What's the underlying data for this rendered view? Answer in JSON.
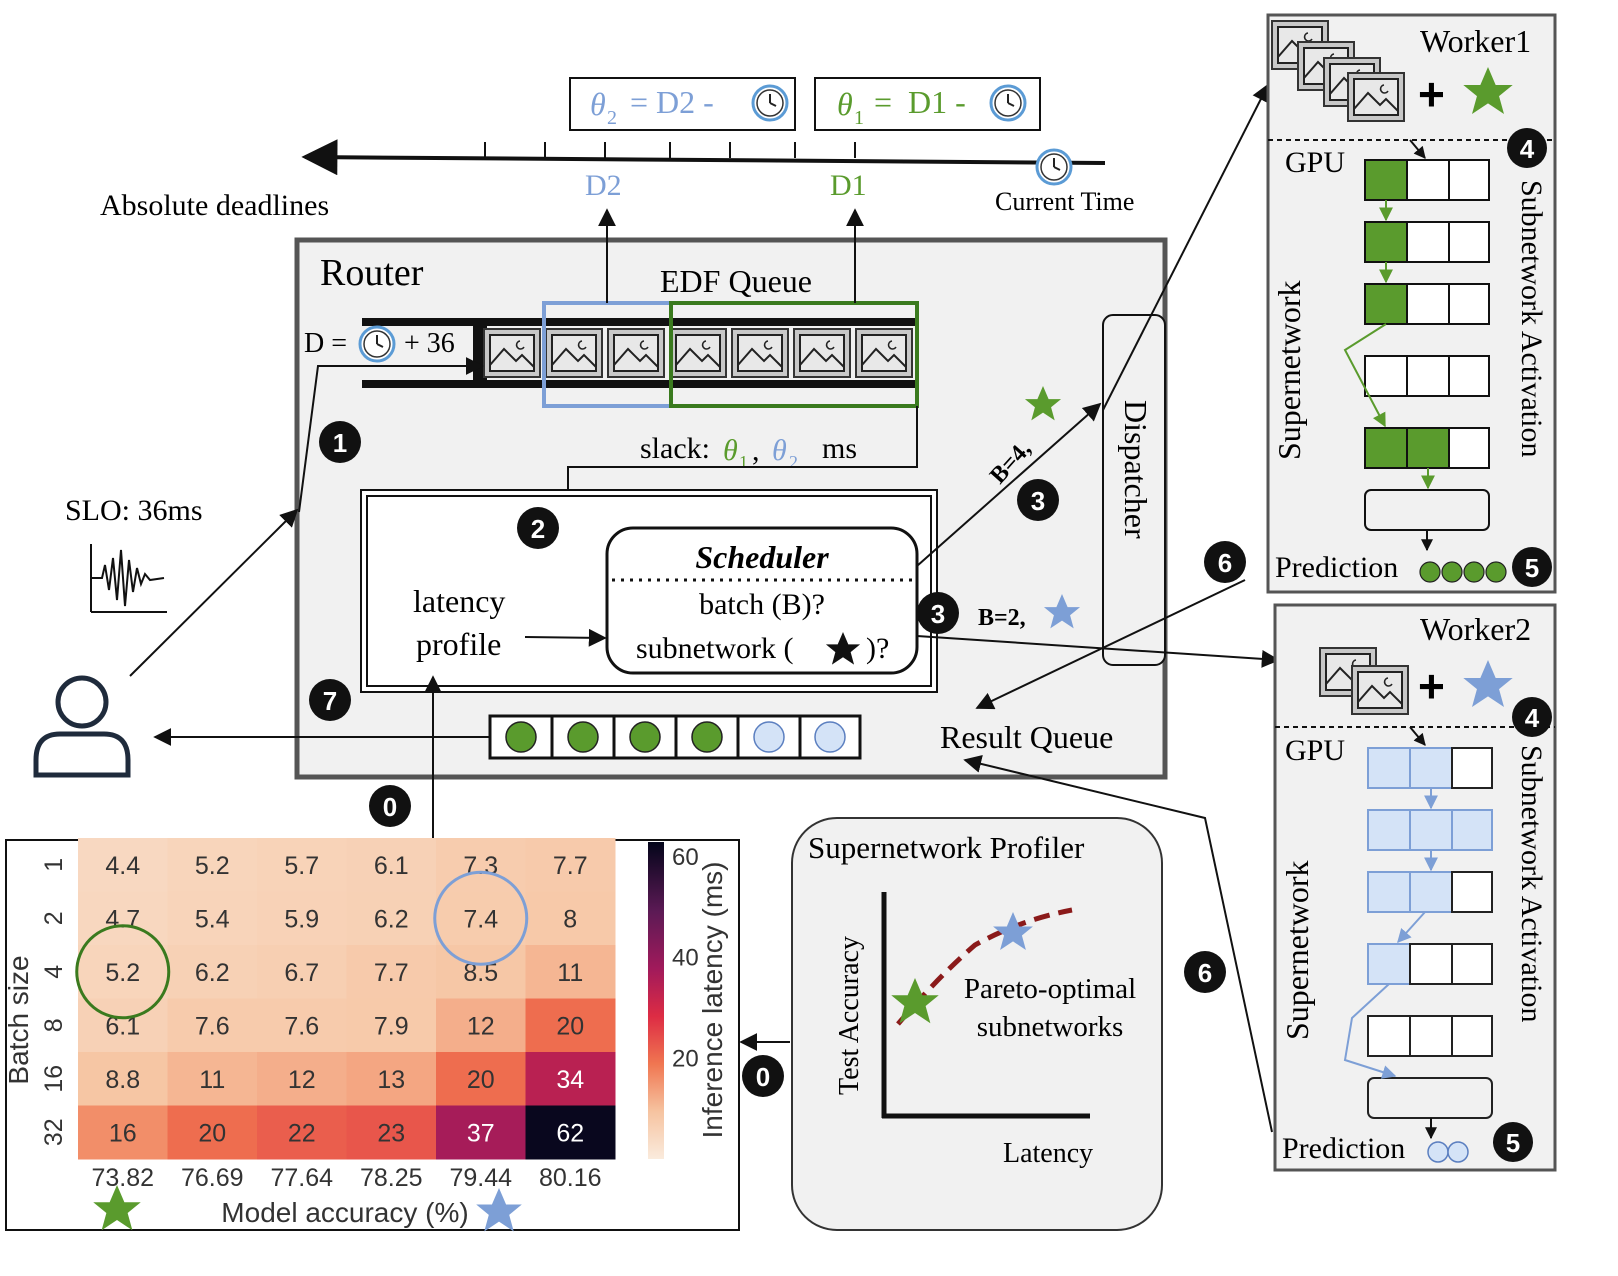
{
  "timeline": {
    "label": "Absolute deadlines",
    "d2": "D2",
    "d1": "D1",
    "current_time": "Current Time",
    "theta2_prefix": "θ",
    "theta2_sub": "2",
    "theta2_rest": " = D2 -",
    "theta1_prefix": "θ",
    "theta1_sub": "1",
    "theta1_rest": " =  D1 -"
  },
  "router": {
    "title": "Router",
    "edf_queue": "EDF Queue",
    "deadline_formula_prefix": "D =",
    "deadline_formula_suffix": "+ 36",
    "slack_prefix": "slack:",
    "slack_theta1": "θ",
    "slack_sub1": "1",
    "slack_sep": ",",
    "slack_theta2": "θ",
    "slack_sub2": "2",
    "slack_unit": "ms",
    "scheduler_title": "Scheduler",
    "scheduler_q1": "batch (B)?",
    "scheduler_q2_prefix": "subnetwork (",
    "scheduler_q2_suffix": ")?",
    "latency_profile_1": "latency",
    "latency_profile_2": "profile",
    "dispatcher": "Dispatcher",
    "result_queue": "Result Queue",
    "b4": "B=4,",
    "b2": "B=2,"
  },
  "client": {
    "slo": "SLO: 36ms"
  },
  "steps": {
    "s0": "0",
    "s1": "1",
    "s2": "2",
    "s3": "3",
    "s4": "4",
    "s5": "5",
    "s6": "6",
    "s7": "7"
  },
  "workers": [
    {
      "name": "Worker1",
      "gpu": "GPU",
      "supernetwork": "Supernetwork",
      "activation": "Subnetwork Activation",
      "prediction": "Prediction"
    },
    {
      "name": "Worker2",
      "gpu": "GPU",
      "supernetwork": "Supernetwork",
      "activation": "Subnetwork Activation",
      "prediction": "Prediction"
    }
  ],
  "profiler": {
    "title": "Supernetwork Profiler",
    "ylabel": "Test Accuracy",
    "xlabel": "Latency",
    "annotation_1": "Pareto-optimal",
    "annotation_2": "subnetworks"
  },
  "colors": {
    "green": "#5a9b2d",
    "blue": "#7d9fd6",
    "light_blue": "#d4e3f7",
    "router_bg": "#f1f1f1"
  },
  "chart_data": {
    "type": "heatmap",
    "xlabel": "Model accuracy (%)",
    "ylabel": "Batch size",
    "colorbar_label": "Inference latency (ms)",
    "colorbar_ticks": [
      "60",
      "40",
      "20"
    ],
    "colorbar_range": [
      0,
      63
    ],
    "x_categories": [
      "73.82",
      "76.69",
      "77.64",
      "78.25",
      "79.44",
      "80.16"
    ],
    "y_categories": [
      "1",
      "2",
      "4",
      "8",
      "16",
      "32"
    ],
    "values": [
      [
        4.4,
        5.2,
        5.7,
        6.1,
        7.3,
        7.7
      ],
      [
        4.7,
        5.4,
        5.9,
        6.2,
        7.4,
        8
      ],
      [
        5.2,
        6.2,
        6.7,
        7.7,
        8.5,
        11
      ],
      [
        6.1,
        7.6,
        7.6,
        7.9,
        12,
        20
      ],
      [
        8.8,
        11,
        12,
        13,
        20,
        34
      ],
      [
        16,
        20,
        22,
        23,
        37,
        62
      ]
    ],
    "value_labels": [
      [
        "4.4",
        "5.2",
        "5.7",
        "6.1",
        "7.3",
        "7.7"
      ],
      [
        "4.7",
        "5.4",
        "5.9",
        "6.2",
        "7.4",
        "8"
      ],
      [
        "5.2",
        "6.2",
        "6.7",
        "7.7",
        "8.5",
        "11"
      ],
      [
        "6.1",
        "7.6",
        "7.6",
        "7.9",
        "12",
        "20"
      ],
      [
        "8.8",
        "11",
        "12",
        "13",
        "20",
        "34"
      ],
      [
        "16",
        "20",
        "22",
        "23",
        "37",
        "62"
      ]
    ],
    "highlight_green": [
      2,
      0
    ],
    "highlight_blue": [
      1,
      4
    ]
  }
}
